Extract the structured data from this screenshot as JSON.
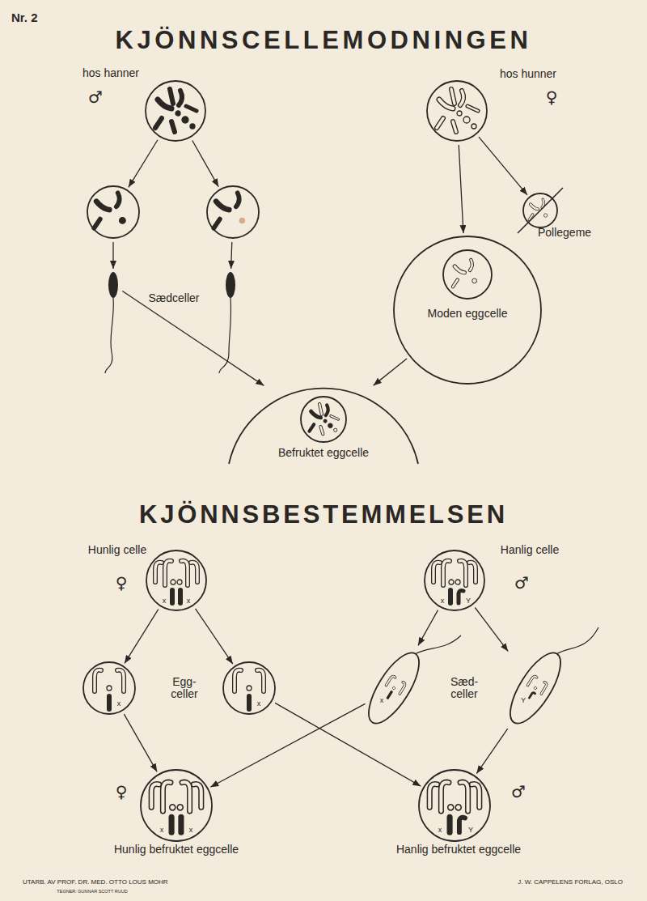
{
  "diagram": {
    "title": "KJÖNNSCELLEMODNINGEN",
    "nodes": [
      {
        "text": [
          "hos hanner",
          "♂"
        ]
      },
      {
        "text": [
          "hos hunner",
          "♀"
        ]
      },
      {
        "text": []
      },
      {
        "text": []
      },
      {
        "text": [
          "Pollegeme"
        ]
      },
      {
        "text": []
      },
      {
        "text": []
      },
      {
        "text": [
          "Moden eggcelle"
        ]
      },
      {
        "text": [
          "Befruktet eggcelle"
        ]
      },
      {
        "text": [
          "Hunlig celle",
          "♀",
          "x",
          "x"
        ]
      },
      {
        "text": [
          "Hanlig celle",
          "♂",
          "x",
          "Y"
        ]
      },
      {
        "text": [
          "x"
        ]
      },
      {
        "text": [
          "x"
        ]
      },
      {
        "text": [
          "x"
        ]
      },
      {
        "text": [
          "Y"
        ]
      },
      {
        "text": [
          "♀",
          "x",
          "x",
          "Hunlig befruktet eggcelle"
        ]
      },
      {
        "text": [
          "x",
          "Y",
          "♂",
          "Hanlig befruktet eggcelle"
        ]
      }
    ],
    "edges": [
      {
        "from": 0,
        "to": 2,
        "arrow": "to"
      },
      {
        "from": 0,
        "to": 3,
        "arrow": "to"
      },
      {
        "from": 1,
        "to": 7,
        "arrow": "to"
      },
      {
        "from": 1,
        "to": 4,
        "arrow": "to"
      },
      {
        "from": 2,
        "to": 5,
        "arrow": "to"
      },
      {
        "from": 3,
        "to": 6,
        "arrow": "to"
      },
      {
        "from": 5,
        "to": 8,
        "arrow": "to"
      },
      {
        "from": 7,
        "to": 8,
        "arrow": "to"
      },
      {
        "from": 9,
        "to": 11,
        "arrow": "to"
      },
      {
        "from": 9,
        "to": 12,
        "arrow": "to"
      },
      {
        "from": 10,
        "to": 13,
        "arrow": "to"
      },
      {
        "from": 10,
        "to": 14,
        "arrow": "to"
      },
      {
        "from": 11,
        "to": 15,
        "arrow": "to"
      },
      {
        "from": 12,
        "to": 16,
        "arrow": "to"
      },
      {
        "from": 13,
        "to": 15,
        "arrow": "to"
      },
      {
        "from": 14,
        "to": 16,
        "arrow": "to"
      }
    ],
    "labels": [
      "Nr. 2",
      "KJÖNNSBESTEMMELSEN",
      "Sædceller",
      "Egg- celler",
      "Sæd- celler",
      "UTARB. AV PROF. DR. MED. OTTO LOUS MOHR",
      "TEGNER: GUNNAR SCOTT RUUD",
      "J. W. CAPPELENS FORLAG, OSLO"
    ]
  }
}
